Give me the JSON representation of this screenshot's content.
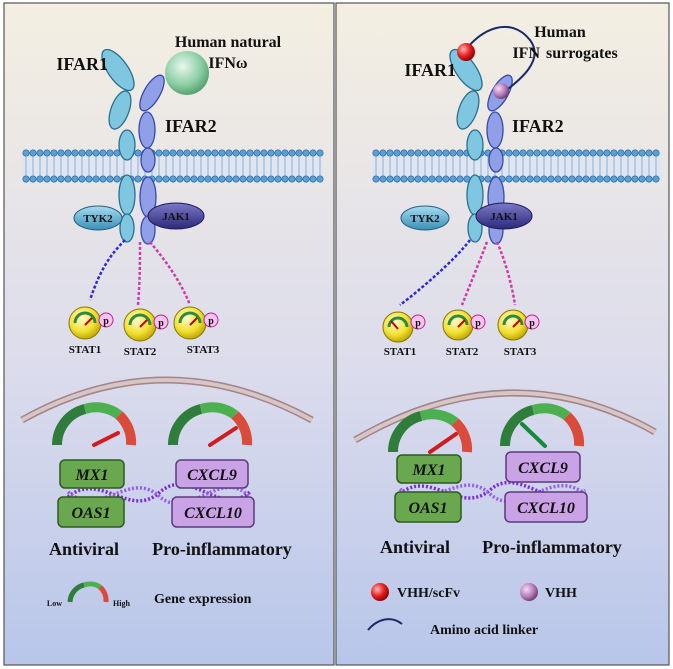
{
  "left": {
    "ligand_line1": "Human natural",
    "ligand_line2": "IFNω",
    "receptor1": "IFAR1",
    "receptor2": "IFAR2",
    "kinase1": "TYK2",
    "kinase2": "JAK1",
    "stat_labels": [
      "STAT1",
      "STAT2",
      "STAT3"
    ],
    "phospho": "p",
    "genes_antiviral": [
      "MX1",
      "OAS1"
    ],
    "genes_inflammatory": [
      "CXCL9",
      "CXCL10"
    ],
    "caption_antiviral": "Antiviral",
    "caption_inflammatory": "Pro-inflammatory"
  },
  "right": {
    "title_line1": "Human",
    "title_ifn": "IFN",
    "title_surrogates": "surrogates",
    "receptor1": "IFAR1",
    "receptor2": "IFAR2",
    "kinase1": "TYK2",
    "kinase2": "JAK1",
    "stat_labels": [
      "STAT1",
      "STAT2",
      "STAT3"
    ],
    "phospho": "p",
    "genes_antiviral": [
      "MX1",
      "OAS1"
    ],
    "genes_inflammatory": [
      "CXCL9",
      "CXCL10"
    ],
    "caption_antiviral": "Antiviral",
    "caption_inflammatory": "Pro-inflammatory"
  },
  "legend": {
    "low": "Low",
    "high": "High",
    "gene_expression": "Gene expression",
    "vhh_scfv": "VHH/scFv",
    "vhh": "VHH",
    "linker": "Amino acid linker"
  },
  "colors": {
    "ifn_label_green": "#5a8a3c",
    "ifn_red": "#e02020",
    "surrogate_purple": "#a050a8",
    "stat1_highlight": "#e02020",
    "receptor_blue": "#7fc6e0",
    "receptor2_blue": "#8fa0e8",
    "gene_green": "#6aa84f",
    "gene_purple": "#c9a3e6"
  }
}
